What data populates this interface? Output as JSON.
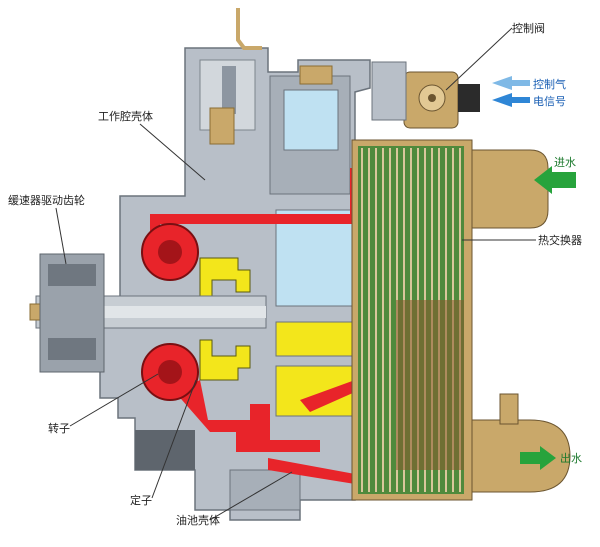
{
  "labels": {
    "control_valve": "控制阀",
    "control_air": "控制气",
    "electric_signal": "电信号",
    "working_chamber_housing": "工作腔壳体",
    "retarder_drive_gear": "缓速器驱动齿轮",
    "water_in": "进水",
    "heat_exchanger": "热交换器",
    "water_out": "出水",
    "rotor": "转子",
    "stator": "定子",
    "oil_sump_housing": "油池壳体"
  },
  "colors": {
    "housing_gray": "#b8bfc8",
    "housing_dark": "#8d96a1",
    "oil_red": "#e8242a",
    "coolant_blue": "#bfe1f2",
    "insert_yellow": "#f3e61b",
    "heat_exchanger_green": "#4f8a3c",
    "brass": "#c9a86a",
    "arrow_blue": "#7fb9e6",
    "arrow_green": "#27a33c"
  }
}
